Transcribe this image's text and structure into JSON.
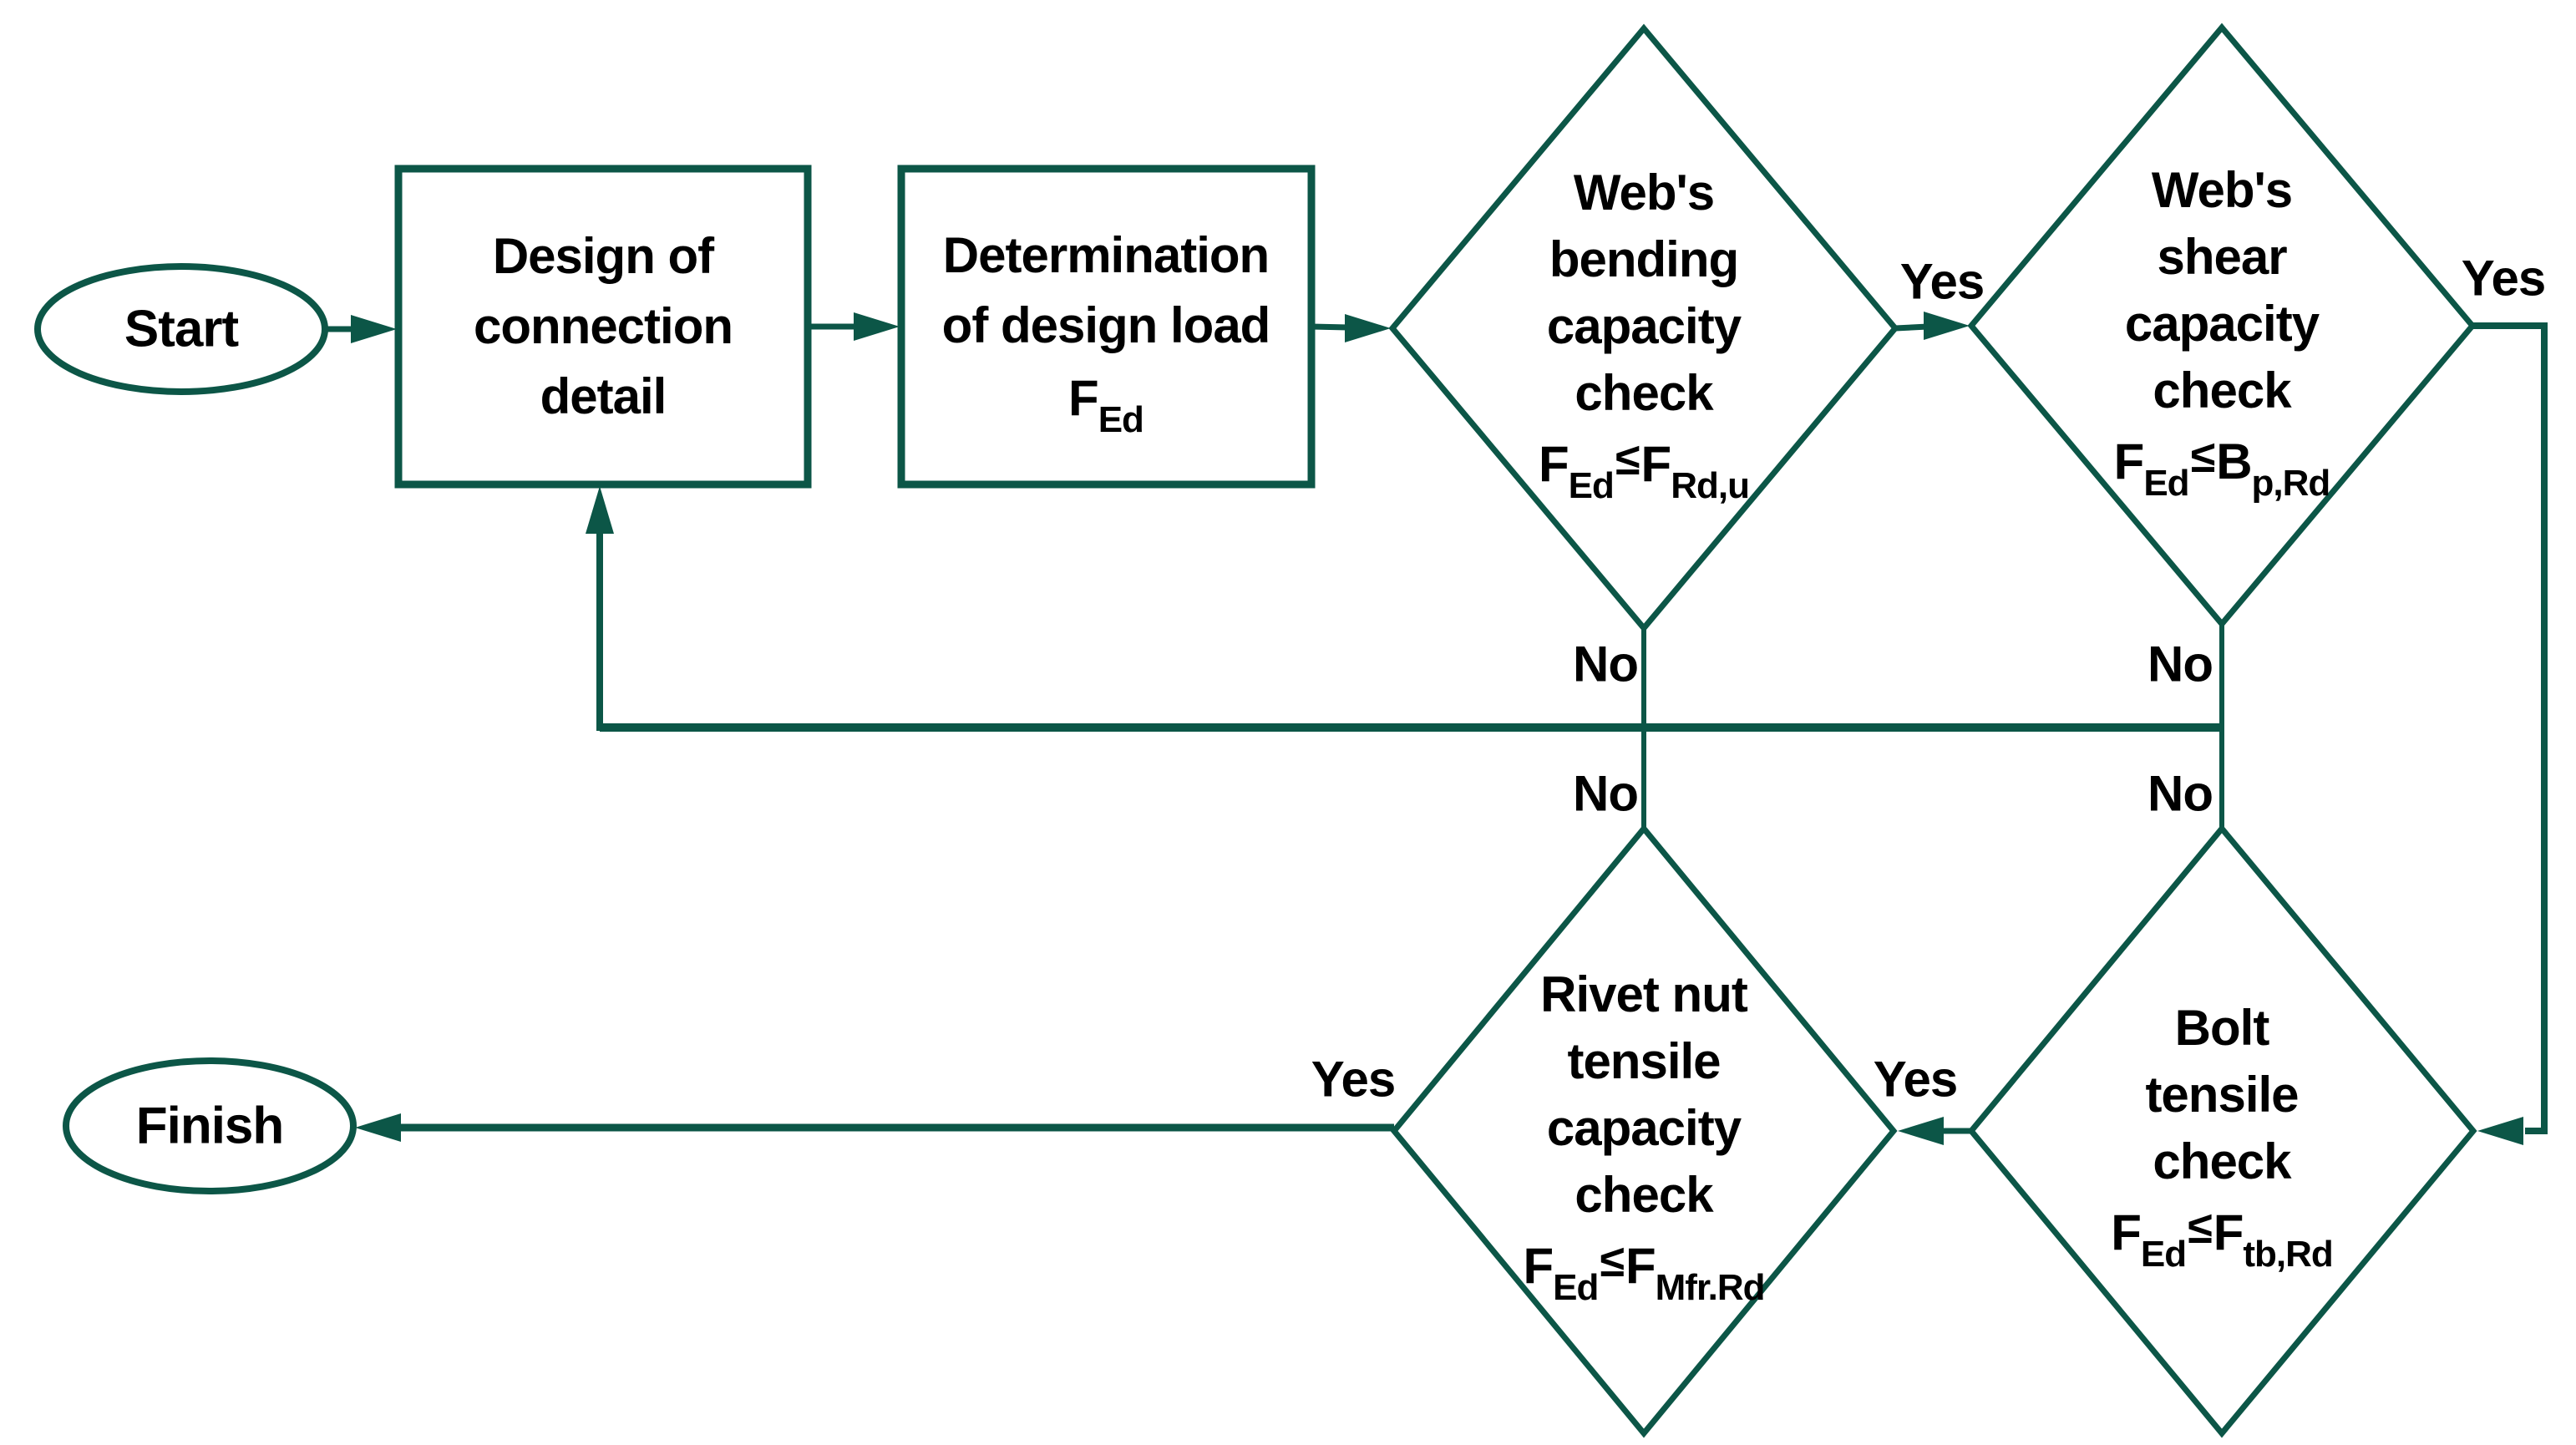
{
  "diagram": {
    "accent_color": "#0c5647",
    "background": "#ffffff",
    "text_color": "#000000"
  },
  "nodes": {
    "start": {
      "type": "terminator",
      "label": "Start"
    },
    "design": {
      "type": "process",
      "lines": [
        "Design of",
        "connection",
        "detail"
      ]
    },
    "determination": {
      "type": "process",
      "lines": [
        "Determination",
        "of design load"
      ],
      "formula": {
        "var1": "F",
        "sub1": "Ed"
      }
    },
    "bending": {
      "type": "decision",
      "lines": [
        "Web's",
        "bending",
        "capacity",
        "check"
      ],
      "formula": {
        "var1": "F",
        "sub1": "Ed",
        "op": "≤",
        "var2": "F",
        "sub2": "Rd,u"
      }
    },
    "shear": {
      "type": "decision",
      "lines": [
        "Web's",
        "shear",
        "capacity",
        "check"
      ],
      "formula": {
        "var1": "F",
        "sub1": "Ed",
        "op": "≤",
        "var2": "B",
        "sub2": "p,Rd"
      }
    },
    "rivet": {
      "type": "decision",
      "lines": [
        "Rivet nut",
        "tensile",
        "capacity",
        "check"
      ],
      "formula": {
        "var1": "F",
        "sub1": "Ed",
        "op": "≤",
        "var2": "F",
        "sub2": "Mfr.Rd"
      }
    },
    "bolt": {
      "type": "decision",
      "lines": [
        "Bolt",
        "tensile",
        "check"
      ],
      "formula": {
        "var1": "F",
        "sub1": "Ed",
        "op": "≤",
        "var2": "F",
        "sub2": "tb,Rd"
      }
    },
    "finish": {
      "type": "terminator",
      "label": "Finish"
    }
  },
  "edge_labels": {
    "bending_yes": "Yes",
    "shear_yes": "Yes",
    "bolt_yes": "Yes",
    "rivet_yes": "Yes",
    "bending_no": "No",
    "shear_no": "No",
    "rivet_no": "No",
    "bolt_no": "No"
  }
}
